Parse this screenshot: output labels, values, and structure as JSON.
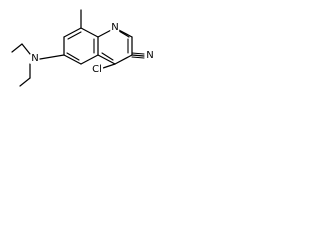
{
  "molecule": {
    "atoms": {
      "amine_n": "N",
      "chlorine": "Cl",
      "ring_n": "N",
      "nitrile_n": "N"
    },
    "ink_color": "#000000",
    "background_color": "#ffffff"
  }
}
